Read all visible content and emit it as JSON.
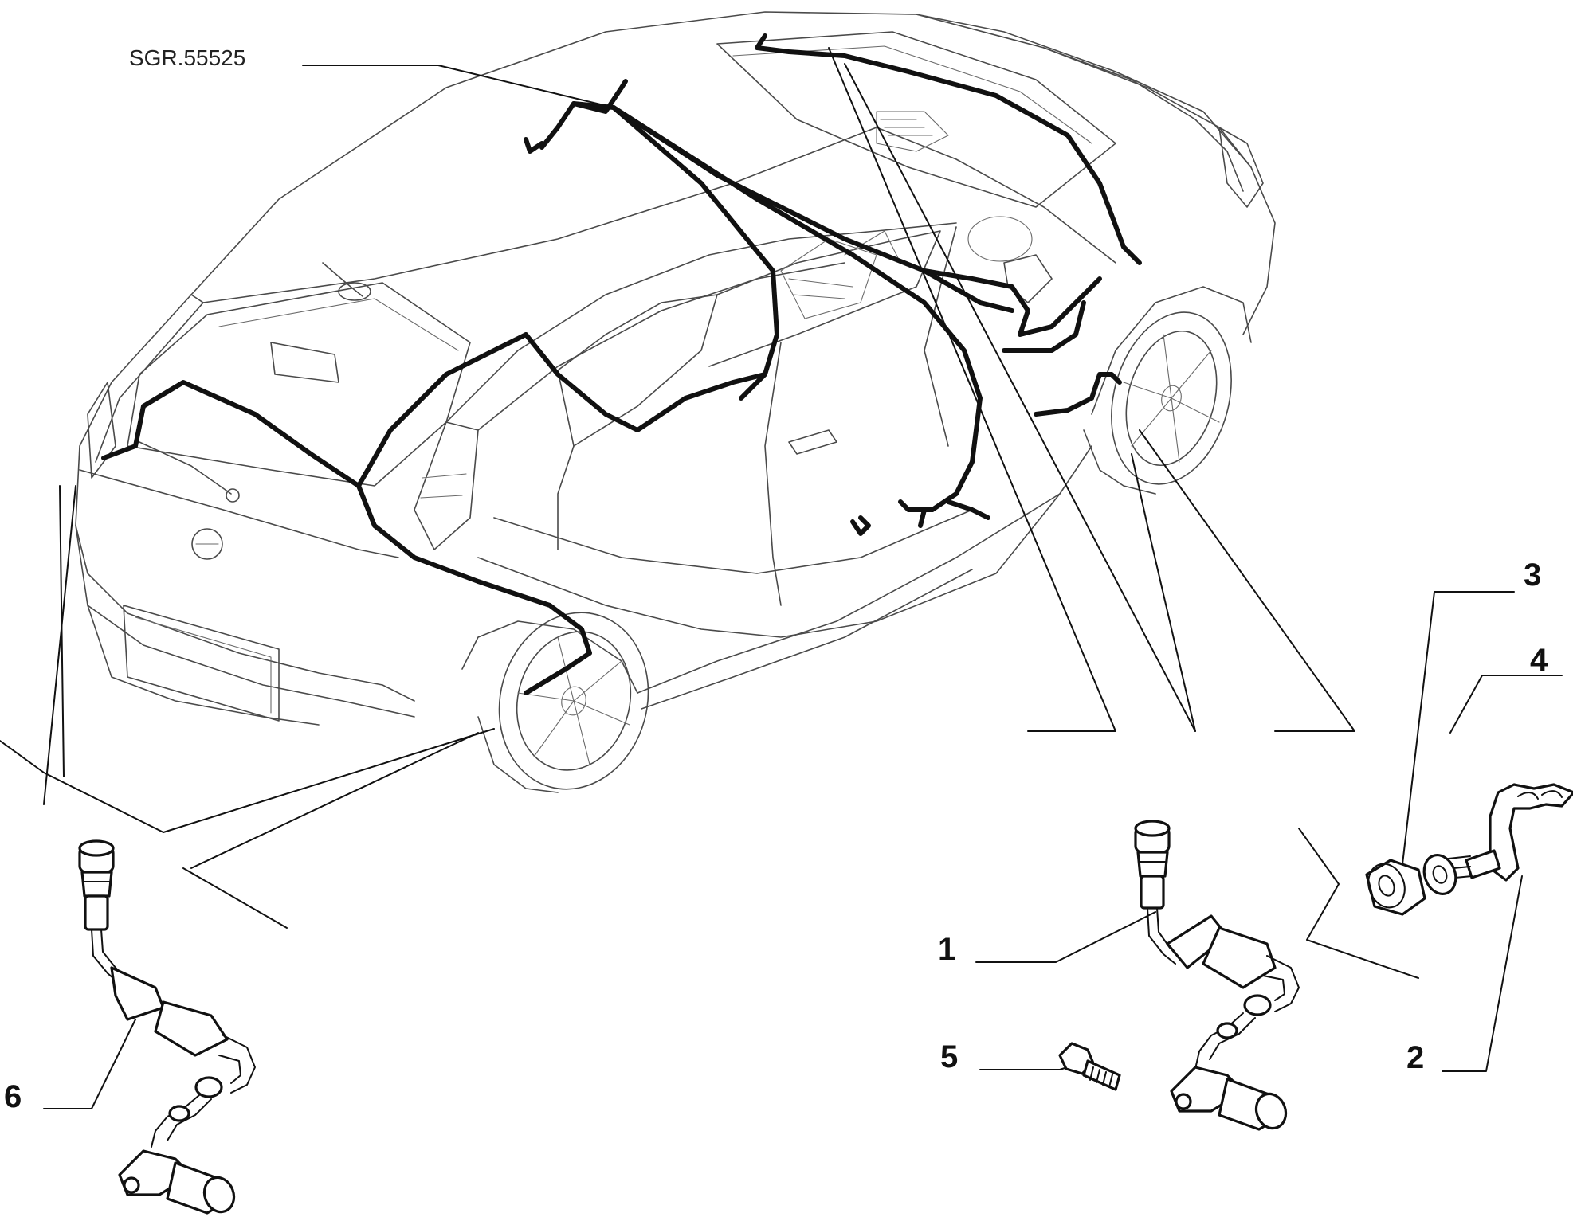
{
  "diagram": {
    "reference_code": "SGR.55525",
    "callouts": [
      "1",
      "2",
      "3",
      "4",
      "5",
      "6"
    ]
  },
  "colors": {
    "background": "#ffffff",
    "outline": "#4a4a4a",
    "wiring": "#111111"
  }
}
